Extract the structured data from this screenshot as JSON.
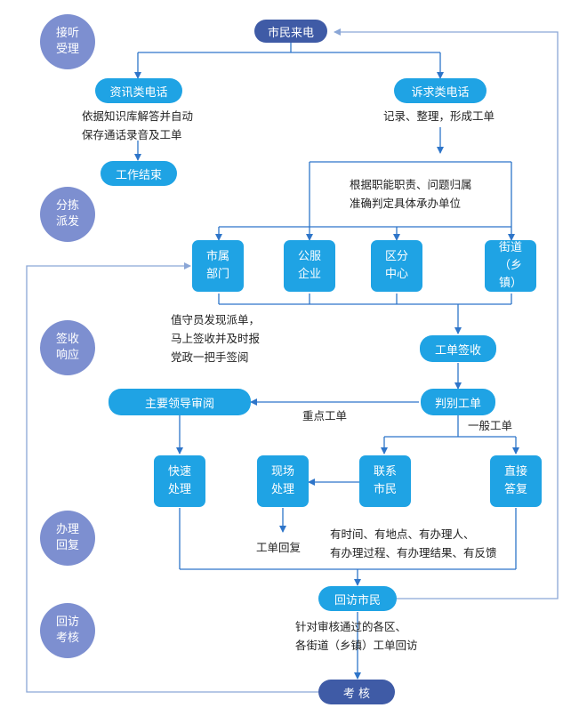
{
  "stages": {
    "accept": "接听受理",
    "dispatch": "分拣派发",
    "respond": "签收响应",
    "handle": "办理回复",
    "review": "回访考核"
  },
  "nodes": {
    "citizen_call": "市民来电",
    "info_call": "资讯类电话",
    "appeal_call": "诉求类电话",
    "work_end": "工作结束",
    "city_dept": "市属部门",
    "public_enterprise": "公服企业",
    "district_center": "区分中心",
    "street": "街道（乡镇）",
    "order_sign": "工单签收",
    "leader_review": "主要领导审阅",
    "classify_order": "判别工单",
    "fast_handle": "快速处理",
    "onsite_handle": "现场处理",
    "contact_citizen": "联系市民",
    "direct_reply": "直接答复",
    "revisit": "回访市民",
    "assessment": "考  核"
  },
  "notes": {
    "info_note": [
      "依据知识库解答并自动",
      "保存通话录音及工单"
    ],
    "appeal_note": "记录、整理，形成工单",
    "dispatch_note": [
      "根据职能职责、问题归属",
      "准确判定具体承办单位"
    ],
    "duty_note": [
      "值守员发现派单，",
      "马上签收并及时报",
      "党政一把手签阅"
    ],
    "key_order": "重点工单",
    "general_order": "一般工单",
    "order_reply": "工单回复",
    "reply_note": [
      "有时间、有地点、有办理人、",
      "有办理过程、有办理结果、有反馈"
    ],
    "review_note": [
      "针对审核通过的各区、",
      "各街道（乡镇）工单回访"
    ]
  },
  "colors": {
    "stage": "#7d8fd0",
    "node": "#1fa3e4",
    "node_dark": "#3f5ba6",
    "line": "#2e75c9",
    "loop_line": "#8aa6d6"
  }
}
